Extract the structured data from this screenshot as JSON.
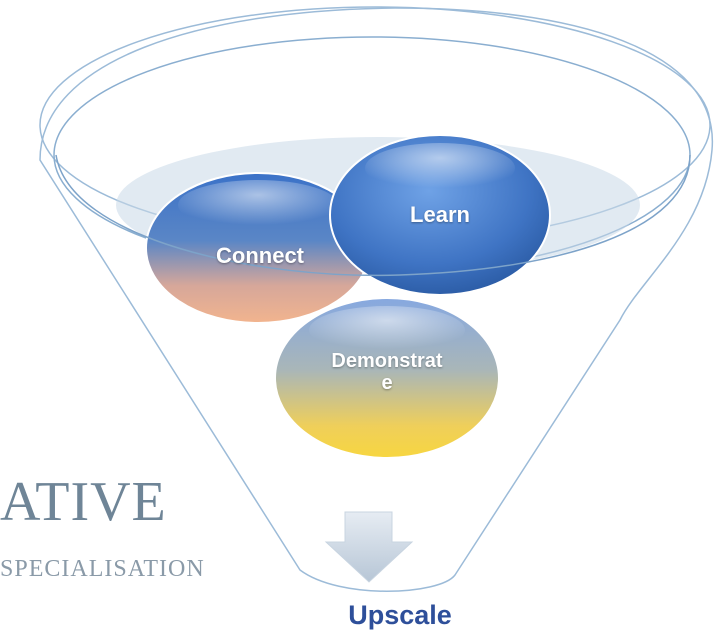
{
  "background": {
    "title_fragment": "ATIVE",
    "subtitle_fragment": "SPECIALISATION"
  },
  "bubbles": {
    "learn": "Learn",
    "connect": "Connect",
    "demonstrate_line1": "Demonstrat",
    "demonstrate_line2": "e"
  },
  "output_label": "Upscale",
  "colors": {
    "funnel_stroke": "#8aaed0",
    "learn_bubble": "#3f74c4",
    "connect_bubble_top": "#3b72c8",
    "connect_bubble_bottom": "#f2b48e",
    "demonstrate_bubble_top": "#8aa6d8",
    "demonstrate_bubble_bottom": "#f5d04c",
    "output_text": "#2e4f9a"
  }
}
